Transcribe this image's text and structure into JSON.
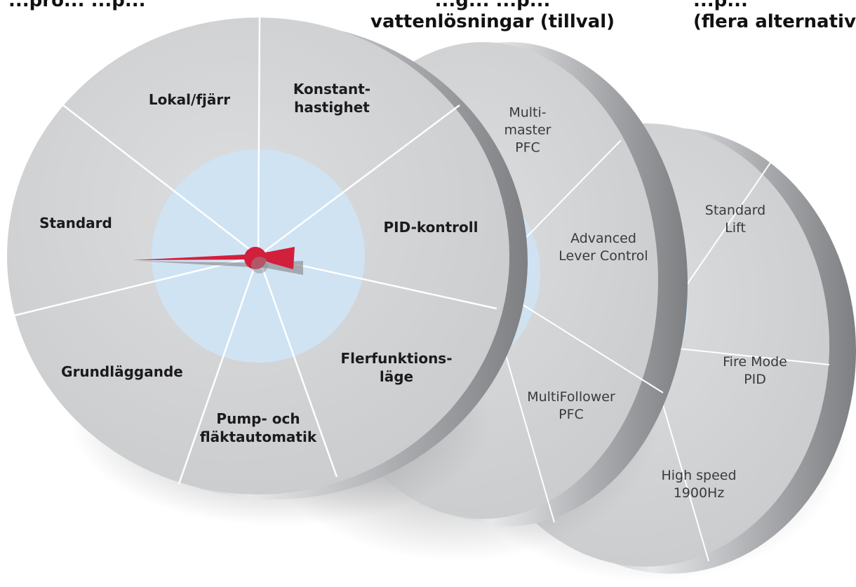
{
  "headers": {
    "left": [
      "...pro... ...p..."
    ],
    "middle": [
      "...g... ...p...",
      "vattenlösningar (tillval)"
    ],
    "right": [
      "...p...",
      "(flera alternativ)"
    ]
  },
  "disc_front": {
    "segments": [
      "Lokal/fjärr",
      "Konstant-\nhastighet",
      "PID-kontroll",
      "Flerfunktions-\nläge",
      "Pump- och\nfläktautomatik",
      "Grundläggande",
      "Standard"
    ]
  },
  "disc_middle": {
    "segments": [
      "Multi-\nmaster\nPFC",
      "Advanced\nLever Control",
      "MultiFollower\nPFC"
    ]
  },
  "disc_back": {
    "segments": [
      "Standard\nLift",
      "Fire Mode\nPID",
      "High speed\n1900Hz"
    ]
  },
  "colors": {
    "disc_face": "#d3d4d6",
    "disc_edge": "#9c9ea1",
    "hub": "#cfe3f3",
    "needle": "#d21f3c",
    "divider": "#ffffff",
    "text_dark": "#1b1b1b",
    "text_light": "#3a3a3a"
  }
}
